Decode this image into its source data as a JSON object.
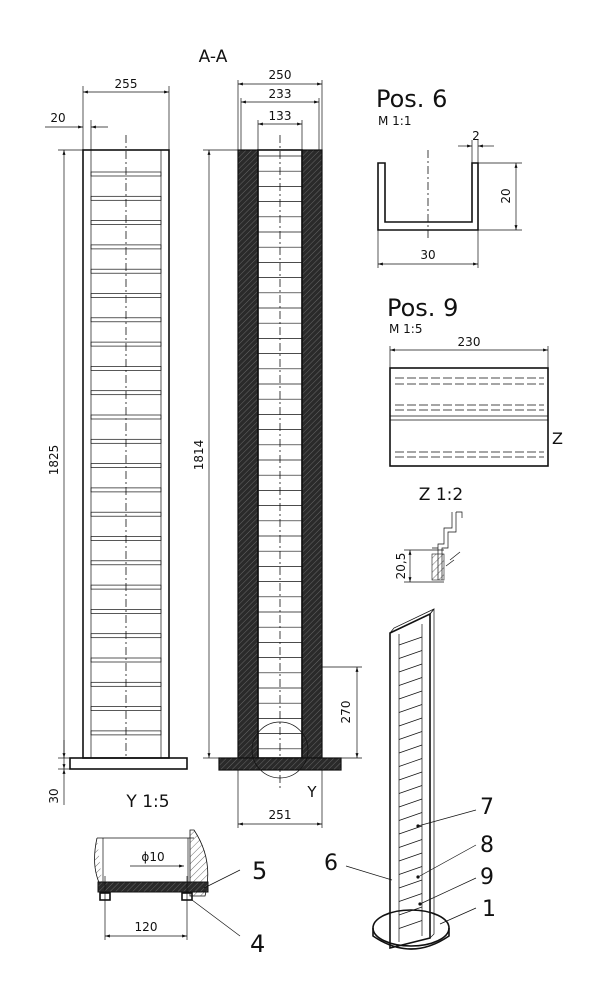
{
  "front_view": {
    "width_label": "255",
    "wall_label": "20",
    "height_label": "1825",
    "base_label": "30"
  },
  "section_view": {
    "title": "A-A",
    "outer_label": "250",
    "inner_label": "233",
    "core_label": "133",
    "height_label": "1814",
    "bottom_label": "270",
    "base_label": "251",
    "detail_marker": "Y"
  },
  "pos6": {
    "title": "Pos. 6",
    "scale": "M 1:1",
    "thickness_label": "2",
    "height_label": "20",
    "width_label": "30"
  },
  "pos9": {
    "title": "Pos. 9",
    "scale": "M 1:5",
    "width_label": "230",
    "detail_marker": "Z"
  },
  "detail_z": {
    "title": "Z 1:2",
    "height_label": "20,5"
  },
  "detail_y": {
    "title": "Y 1:5",
    "diameter_label": "ϕ10",
    "spacing_label": "120",
    "part_5": "5",
    "part_4": "4"
  },
  "iso_view": {
    "part_7": "7",
    "part_8": "8",
    "part_6": "6",
    "part_9": "9",
    "part_1": "1"
  }
}
